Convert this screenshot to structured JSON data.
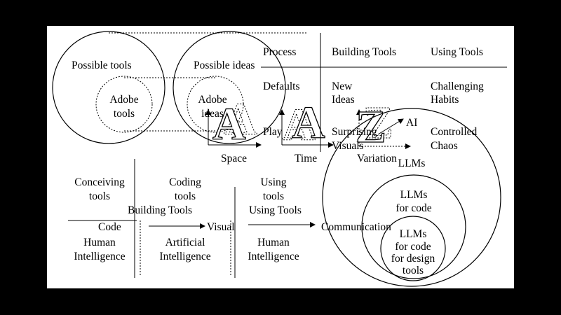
{
  "tools_circles": {
    "possible_tools": "Possible tools",
    "adobe_tools": [
      "Adobe",
      "tools"
    ],
    "possible_ideas": "Possible ideas",
    "adobe_ideas": [
      "Adobe",
      "ideas"
    ]
  },
  "table": {
    "headers": [
      "Process",
      "Building Tools",
      "Using Tools"
    ],
    "row1": {
      "col1": "Defaults",
      "col2": [
        "New",
        "Ideas"
      ],
      "col3": [
        "Challenging",
        "Habits"
      ]
    },
    "row2": {
      "col1": "Play",
      "col2": [
        "Surprising",
        "Visuals"
      ],
      "col3": [
        "Controlled",
        "Chaos"
      ]
    }
  },
  "letters": {
    "glyph_a": "A",
    "glyph_z": "Z",
    "ai_label": "AI",
    "axes": [
      "Space",
      "Time",
      "Variation"
    ]
  },
  "bottom_left": {
    "columns": [
      [
        "Conceiving",
        "tools"
      ],
      [
        "Coding",
        "tools"
      ],
      [
        "Using",
        "tools"
      ]
    ],
    "building_tools": "Building Tools",
    "using_tools": "Using Tools",
    "flow": [
      "Code",
      "Visual",
      "Communication"
    ],
    "intelligence": [
      [
        "Human",
        "Intelligence"
      ],
      [
        "Artificial",
        "Intelligence"
      ],
      [
        "Human",
        "Intelligence"
      ]
    ]
  },
  "nested_circles": {
    "llms": "LLMs",
    "llms_for_code": [
      "LLMs",
      "for code"
    ],
    "llms_for_design_tools": [
      "LLMs",
      "for code",
      "for design",
      "tools"
    ]
  }
}
